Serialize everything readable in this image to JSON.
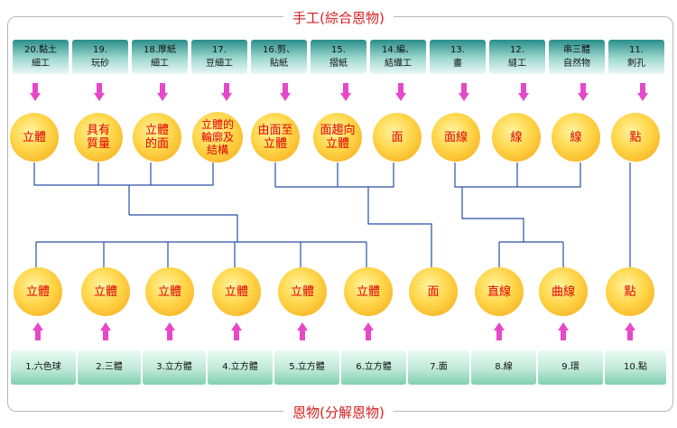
{
  "top_title": "手工(綜合恩物)",
  "bottom_title": "恩物(分解恩物)",
  "colors": {
    "line": "#2a4fa8",
    "arrow": "#e648c8",
    "circle_text": "#e00000",
    "title": "#d62020"
  },
  "top_boxes": [
    "20.黏土\n細工",
    "19.\n玩砂",
    "18.厚紙\n細工",
    "17.\n豆細工",
    "16.剪、\n貼紙",
    "15.\n摺紙",
    "14.編、\n結織工",
    "13.\n畫",
    "12.\n縫工",
    "串三體\n自然物",
    "11.\n刺孔"
  ],
  "top_circles": [
    "立體",
    "具有\n質量",
    "立體\n的面",
    "立體的\n輪廓及\n結構",
    "由面至\n立體",
    "面趨向\n立體",
    "面",
    "面線",
    "線",
    "線",
    "點"
  ],
  "bottom_circles": [
    "立體",
    "立體",
    "立體",
    "立體",
    "立體",
    "立體",
    "面",
    "直線",
    "曲線",
    "點"
  ],
  "bottom_boxes": [
    "1.六色球",
    "2.三體",
    "3.立方體",
    "4.立方體",
    "5.立方體",
    "6.立方體",
    "7.面",
    "8.線",
    "9.環",
    "10.點"
  ]
}
